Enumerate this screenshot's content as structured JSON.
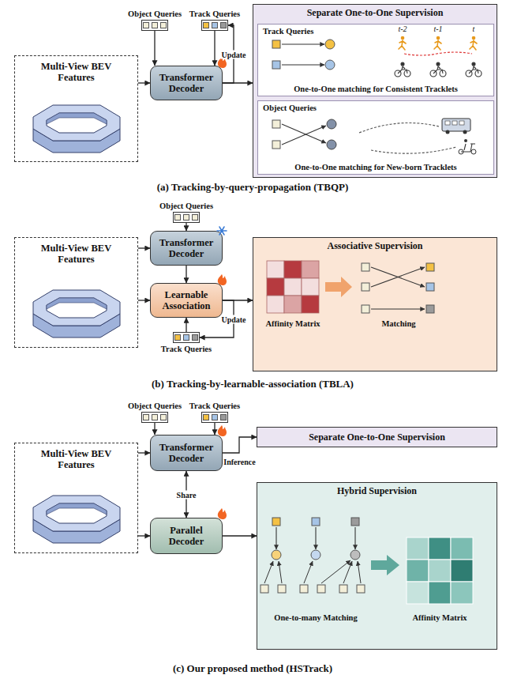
{
  "diagram": {
    "nodes": [
      {
        "text": [
          "Multi-View BEV Features"
        ]
      },
      {
        "text": [
          "Object Queries"
        ]
      },
      {
        "text": [
          "Track Queries"
        ]
      },
      {
        "text": [
          "Transformer Decoder"
        ]
      },
      {
        "text": [
          "Separate One-to-One Supervision"
        ]
      },
      {
        "text": [
          "Track Queries",
          "One-to-One matching for Consistent Tracklets"
        ],
        "in": 4
      },
      {
        "text": [
          "Object Queries",
          "One-to-One matching for New-born Tracklets"
        ],
        "in": 4
      },
      {
        "text": [
          "Object Queries"
        ]
      },
      {
        "text": [
          "Transformer Decoder"
        ]
      },
      {
        "text": [
          "Multi-View BEV Features"
        ]
      },
      {
        "text": [
          "Learnable Association"
        ]
      },
      {
        "text": [
          "Track Queries"
        ]
      },
      {
        "text": [
          "Associative Supervision"
        ]
      },
      {
        "text": [
          "Object Queries"
        ]
      },
      {
        "text": [
          "Track Queries"
        ]
      },
      {
        "text": [
          "Multi-View BEV Features"
        ]
      },
      {
        "text": [
          "Transformer Decoder"
        ]
      },
      {
        "text": [
          "Parallel Decoder"
        ]
      },
      {
        "text": [
          "Separate One-to-One Supervision"
        ]
      },
      {
        "text": [
          "Hybrid Supervision"
        ]
      }
    ],
    "edges": [
      {
        "from": 0,
        "to": 3,
        "arrow": "to"
      },
      {
        "from": 1,
        "to": 3,
        "arrow": "to"
      },
      {
        "from": 2,
        "to": 3,
        "arrow": "to"
      },
      {
        "from": 3,
        "to": 4,
        "arrow": "to"
      },
      {
        "from": 3,
        "to": 2,
        "arrow": "to",
        "label": "Update"
      },
      {
        "from": 7,
        "to": 8,
        "arrow": "to"
      },
      {
        "from": 9,
        "to": 8,
        "arrow": "to"
      },
      {
        "from": 9,
        "to": 10,
        "arrow": "to"
      },
      {
        "from": 8,
        "to": 10,
        "arrow": "to"
      },
      {
        "from": 11,
        "to": 10,
        "arrow": "to"
      },
      {
        "from": 10,
        "to": 12,
        "arrow": "to"
      },
      {
        "from": 10,
        "to": 11,
        "arrow": "to",
        "label": "Update"
      },
      {
        "from": 13,
        "to": 16,
        "arrow": "to"
      },
      {
        "from": 14,
        "to": 16,
        "arrow": "to"
      },
      {
        "from": 15,
        "to": 16,
        "arrow": "to"
      },
      {
        "from": 15,
        "to": 17,
        "arrow": "to"
      },
      {
        "from": 16,
        "to": 17,
        "arrow": "both",
        "label": "Share"
      },
      {
        "from": 16,
        "to": 18,
        "arrow": "to",
        "label": "Inference"
      },
      {
        "from": 17,
        "to": 19,
        "arrow": "to"
      }
    ],
    "labels": [
      "t-2",
      "t-1",
      "t",
      "(a) Tracking-by-query-propagation (TBQP)",
      "Affinity Matrix",
      "Matching",
      "(b) Tracking-by-learnable-association (TBLA)",
      "One-to-many Matching",
      "Affinity Matrix",
      "(c) Our proposed method (HSTrack)"
    ]
  }
}
